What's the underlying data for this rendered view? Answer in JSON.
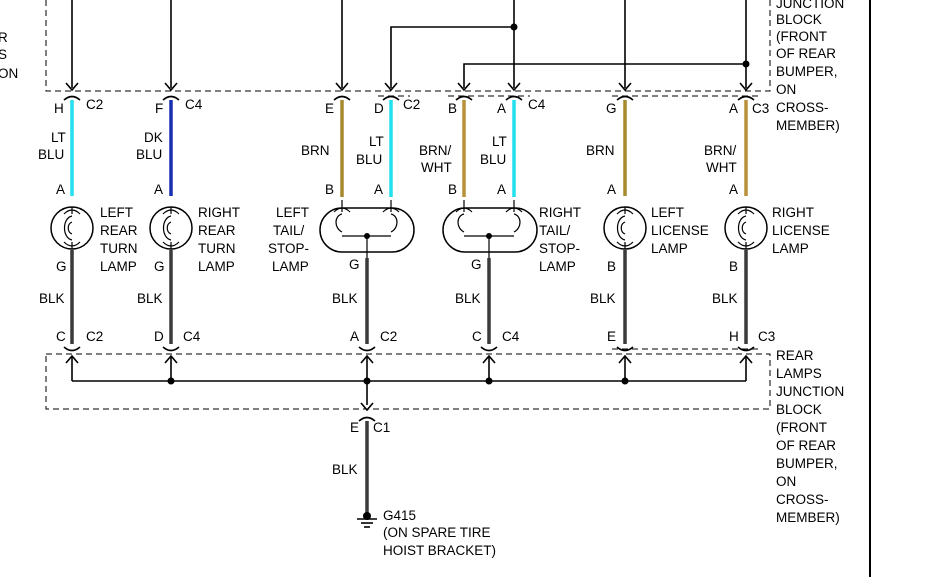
{
  "colors": {
    "lt_blu": "#22e0ee",
    "dk_blu": "#1a2fb0",
    "brn": "#a8892e",
    "brn_wht": "#b8923a",
    "blk": "#3a3a3a",
    "line": "#000000"
  },
  "top_junction_label": [
    "JUNCTION",
    "BLOCK",
    "(FRONT",
    "OF REAR",
    "BUMPER,",
    "ON",
    "CROSS-",
    "MEMBER)"
  ],
  "left_edge_label": [
    "R",
    "S",
    "ON"
  ],
  "bottom_junction_label": [
    "REAR",
    "LAMPS",
    "JUNCTION",
    "BLOCK",
    "(FRONT",
    "OF REAR",
    "BUMPER,",
    "ON",
    "CROSS-",
    "MEMBER)"
  ],
  "circuits": [
    {
      "id": "left-rear-turn",
      "top_pin": "H",
      "top_conn": "C2",
      "wire_color_label": [
        "LT",
        "BLU"
      ],
      "wire_color": "lt_blu",
      "lamp_pin_top": "A",
      "lamp_pin_bottom": "G",
      "lamp_label": [
        "LEFT",
        "REAR",
        "TURN",
        "LAMP"
      ],
      "ground_wire_label": "BLK",
      "bottom_pin": "C",
      "bottom_conn": "C2"
    },
    {
      "id": "right-rear-turn",
      "top_pin": "F",
      "top_conn": "C4",
      "wire_color_label": [
        "DK",
        "BLU"
      ],
      "wire_color": "dk_blu",
      "lamp_pin_top": "A",
      "lamp_pin_bottom": "G",
      "lamp_label": [
        "RIGHT",
        "REAR",
        "TURN",
        "LAMP"
      ],
      "ground_wire_label": "BLK",
      "bottom_pin": "D",
      "bottom_conn": "C4"
    },
    {
      "id": "left-tail-stop",
      "top_pin_1": "E",
      "top_pin_2": "D",
      "top_conn": "C2",
      "wire_1_label": [
        "BRN"
      ],
      "wire_1_color": "brn",
      "wire_2_label": [
        "LT",
        "BLU"
      ],
      "wire_2_color": "lt_blu",
      "lamp_pin_1": "B",
      "lamp_pin_2": "A",
      "lamp_pin_bottom": "G",
      "lamp_label": [
        "LEFT",
        "TAIL/",
        "STOP-",
        "LAMP"
      ],
      "ground_wire_label": "BLK",
      "bottom_pin": "A",
      "bottom_conn": "C2"
    },
    {
      "id": "right-tail-stop",
      "top_pin_1": "B",
      "top_pin_2": "A",
      "top_conn": "C4",
      "wire_1_label": [
        "BRN/",
        "WHT"
      ],
      "wire_1_color": "brn_wht",
      "wire_2_label": [
        "LT",
        "BLU"
      ],
      "wire_2_color": "lt_blu",
      "lamp_pin_1": "B",
      "lamp_pin_2": "A",
      "lamp_pin_bottom": "G",
      "lamp_label": [
        "RIGHT",
        "TAIL/",
        "STOP-",
        "LAMP"
      ],
      "ground_wire_label": "BLK",
      "bottom_pin": "C",
      "bottom_conn": "C4"
    },
    {
      "id": "left-license",
      "top_pin": "G",
      "top_conn": "",
      "wire_color_label": [
        "BRN"
      ],
      "wire_color": "brn",
      "lamp_pin_top": "A",
      "lamp_pin_bottom": "B",
      "lamp_label": [
        "LEFT",
        "LICENSE",
        "LAMP"
      ],
      "ground_wire_label": "BLK",
      "bottom_pin": "E",
      "bottom_conn": ""
    },
    {
      "id": "right-license",
      "top_pin": "A",
      "top_conn": "C3",
      "wire_color_label": [
        "BRN/",
        "WHT"
      ],
      "wire_color": "brn_wht",
      "lamp_pin_top": "A",
      "lamp_pin_bottom": "B",
      "lamp_label": [
        "RIGHT",
        "LICENSE",
        "LAMP"
      ],
      "ground_wire_label": "BLK",
      "bottom_pin": "H",
      "bottom_conn": "C3"
    }
  ],
  "ground": {
    "pin": "E",
    "conn": "C1",
    "wire_label": "BLK",
    "ground_id": "G415",
    "location": [
      "(ON SPARE TIRE",
      "HOIST BRACKET)"
    ]
  }
}
